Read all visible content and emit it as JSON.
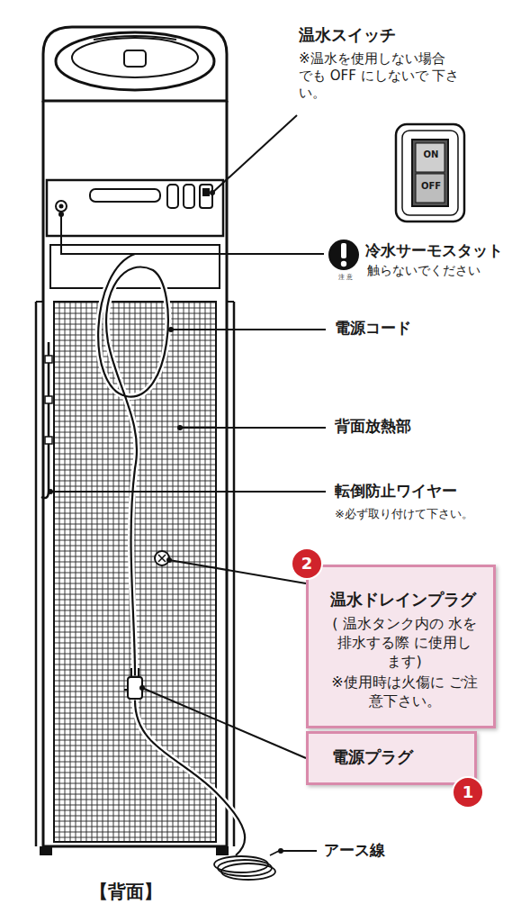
{
  "diagram": {
    "nodes": [
      {
        "text": [
          "2"
        ]
      },
      {
        "text": [
          "温水ドレインプラグ",
          "( 温水タンク内の 水を排水する際 に使用します)",
          "※使用時は火傷に ご注意下さい。"
        ]
      },
      {
        "text": [
          "電源プラグ"
        ]
      },
      {
        "text": [
          "1"
        ]
      }
    ],
    "labels": [
      "温水スイッチ",
      "※温水を使用しない場合 でも OFF にしないで 下さい。",
      "ON",
      "OFF",
      "冷水サーモスタット",
      "注 意",
      "触らないでください",
      "電源コード",
      "背面放熱部",
      "転倒防止ワイヤー",
      "※必ず取り付けて下さい。",
      "アース線",
      "【背面】"
    ]
  }
}
